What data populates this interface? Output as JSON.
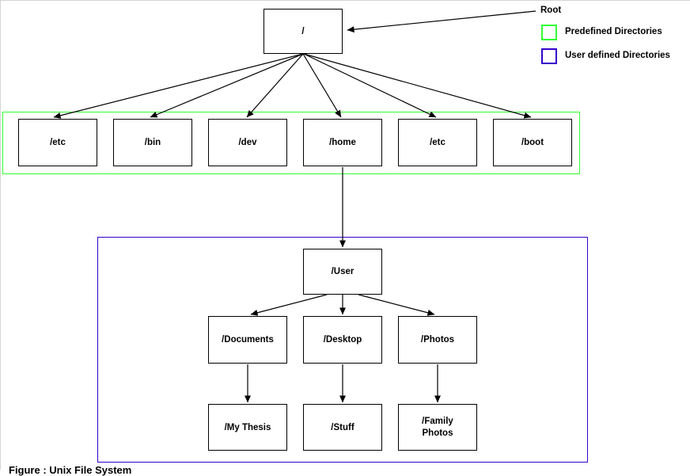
{
  "diagram": {
    "title_hint": "Unix file system tree diagram",
    "root": {
      "label": "/"
    },
    "predefined": {
      "labels": [
        "/etc",
        "/bin",
        "/dev",
        "/home",
        "/etc",
        "/boot"
      ]
    },
    "user_defined": {
      "root_label": "/User",
      "level1": [
        "/Documents",
        "/Desktop",
        "/Photos"
      ],
      "level2": [
        "/My Thesis",
        "/Stuff",
        "/Family Photos"
      ]
    }
  },
  "legend": {
    "root_callout": "Root",
    "items": [
      {
        "label": "Predefined Directories",
        "color": "#33ff33"
      },
      {
        "label": "User defined Directories",
        "color": "#3300cc"
      }
    ]
  },
  "caption": "Figure : Unix File System",
  "colors": {
    "line": "#000000",
    "box_border": "#000000",
    "predefined_container": "#33ff33",
    "user_defined_container": "#3300cc",
    "page_frame": "#d4d4d4",
    "background": "#ffffff"
  }
}
